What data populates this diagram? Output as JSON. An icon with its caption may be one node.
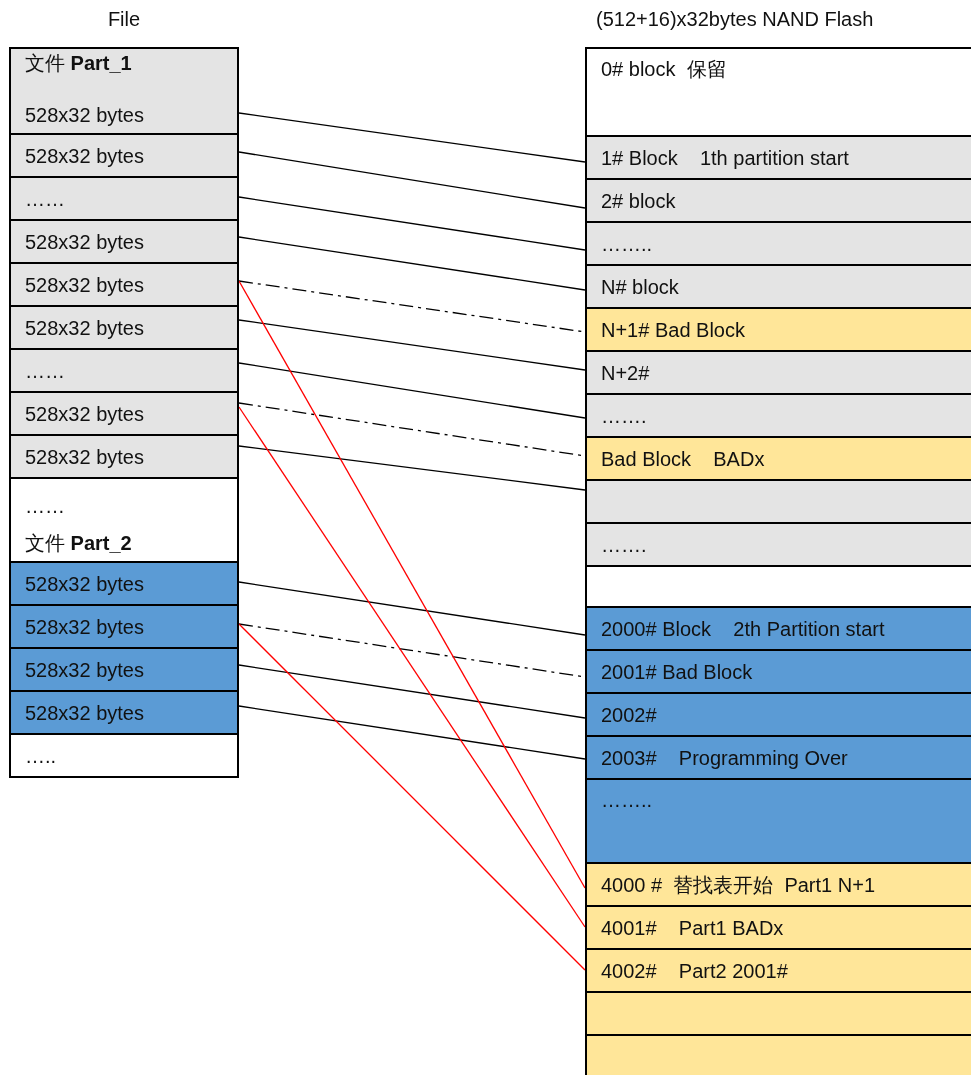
{
  "diagram": {
    "nodes": [
      {
        "text": [
          "文件 **Part_1**",
          "528x32 bytes"
        ]
      },
      {
        "text": [
          "528x32 bytes"
        ]
      },
      {
        "text": [
          "……"
        ]
      },
      {
        "text": [
          "528x32 bytes"
        ]
      },
      {
        "text": [
          "528x32 bytes"
        ]
      },
      {
        "text": [
          "528x32 bytes"
        ]
      },
      {
        "text": [
          "……"
        ]
      },
      {
        "text": [
          "528x32 bytes"
        ]
      },
      {
        "text": [
          "528x32 bytes"
        ]
      },
      {
        "text": [
          "……",
          "文件 **Part_2**"
        ]
      },
      {
        "text": [
          "528x32 bytes"
        ]
      },
      {
        "text": [
          "528x32 bytes"
        ]
      },
      {
        "text": [
          "528x32 bytes"
        ]
      },
      {
        "text": [
          "528x32 bytes"
        ]
      },
      {
        "text": [
          "….."
        ]
      },
      {
        "text": [
          "0# block  保留"
        ]
      },
      {
        "text": [
          "1# Block    1th partition start"
        ]
      },
      {
        "text": [
          "2# block"
        ]
      },
      {
        "text": [
          "…….."
        ]
      },
      {
        "text": [
          "N# block"
        ]
      },
      {
        "text": [
          "N+1# Bad Block"
        ]
      },
      {
        "text": [
          "N+2#"
        ]
      },
      {
        "text": [
          "……."
        ]
      },
      {
        "text": [
          "Bad Block    BADx"
        ]
      },
      {
        "text": [],
        "shape": "box"
      },
      {
        "text": [
          "……."
        ]
      },
      {
        "text": [],
        "shape": "box"
      },
      {
        "text": [
          "2000# Block    2th Partition start"
        ]
      },
      {
        "text": [
          "2001# Bad Block"
        ]
      },
      {
        "text": [
          "2002#"
        ]
      },
      {
        "text": [
          "2003#    Programming Over"
        ]
      },
      {
        "text": [
          "…….."
        ]
      },
      {
        "text": [
          "4000 #  替找表开始  Part1 N+1"
        ]
      },
      {
        "text": [
          "4001#    Part1 BADx"
        ]
      },
      {
        "text": [
          "4002#    Part2 2001#"
        ]
      },
      {
        "text": [],
        "shape": "box"
      },
      {
        "text": [],
        "shape": "box"
      }
    ],
    "edges": [
      {
        "from": 0,
        "to": 16,
        "arrow": "none"
      },
      {
        "from": 1,
        "to": 17,
        "arrow": "none"
      },
      {
        "from": 2,
        "to": 18,
        "arrow": "none"
      },
      {
        "from": 3,
        "to": 19,
        "arrow": "none"
      },
      {
        "from": 4,
        "to": 20,
        "arrow": "none",
        "style": "dashed"
      },
      {
        "from": 5,
        "to": 21,
        "arrow": "none"
      },
      {
        "from": 6,
        "to": 22,
        "arrow": "none"
      },
      {
        "from": 7,
        "to": 23,
        "arrow": "none",
        "style": "dashed"
      },
      {
        "from": 8,
        "to": 24,
        "arrow": "none"
      },
      {
        "from": 10,
        "to": 27,
        "arrow": "none"
      },
      {
        "from": 11,
        "to": 28,
        "arrow": "none",
        "style": "dashed"
      },
      {
        "from": 12,
        "to": 29,
        "arrow": "none"
      },
      {
        "from": 13,
        "to": 30,
        "arrow": "none"
      },
      {
        "from": 4,
        "to": 32,
        "arrow": "none",
        "color": "#ff0000"
      },
      {
        "from": 7,
        "to": 33,
        "arrow": "none",
        "color": "#ff0000"
      },
      {
        "from": 11,
        "to": 34,
        "arrow": "none",
        "color": "#ff0000"
      }
    ],
    "labels": [
      "File",
      "(512+16)x32bytes NAND Flash"
    ]
  }
}
